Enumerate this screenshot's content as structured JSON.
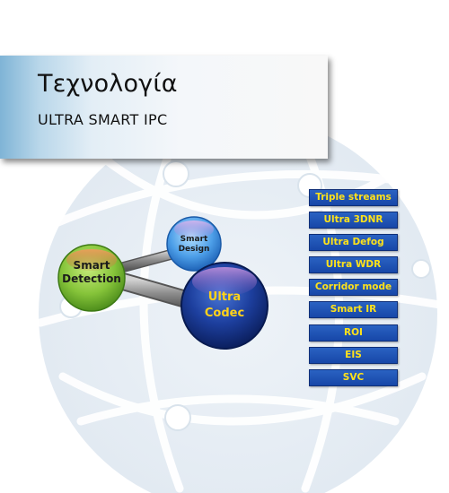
{
  "header": {
    "title": "Τεχνολογία",
    "subtitle": "ULTRA SMART IPC"
  },
  "nodes": {
    "smart_detection": {
      "line1": "Smart",
      "line2": "Detection"
    },
    "smart_design": {
      "line1": "Smart",
      "line2": "Design"
    },
    "ultra_codec": {
      "line1": "Ultra",
      "line2": "Codec"
    }
  },
  "features": [
    "Triple streams",
    "Ultra 3DNR",
    "Ultra Defog",
    "Ultra WDR",
    "Corridor mode",
    "Smart IR",
    "ROI",
    "EIS",
    "SVC"
  ],
  "colors": {
    "feature_bg": "#1b4fb0",
    "feature_text": "#ffe21a",
    "globe": "#e7eef5",
    "detection_node": "#8cc63f",
    "design_node": "#5aa7e6",
    "codec_node": "#1d3f9e"
  }
}
